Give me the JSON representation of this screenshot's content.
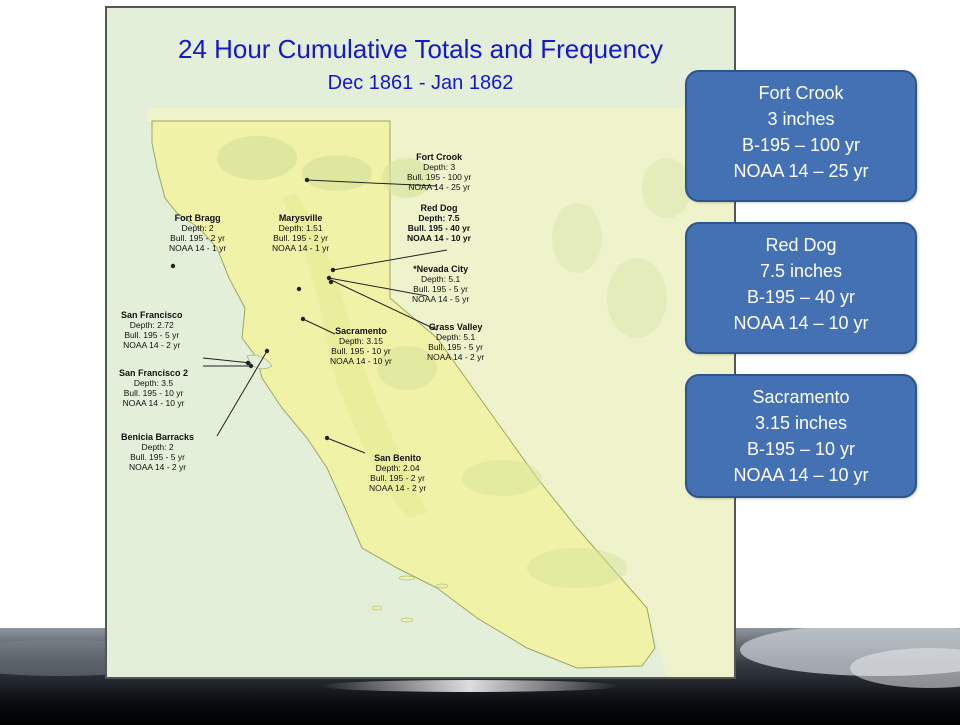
{
  "map": {
    "title": "24 Hour Cumulative Totals and Frequency",
    "subtitle": "Dec 1861 - Jan 1862",
    "colors": {
      "land": "#f0f2a8",
      "land_dark": "#c8d98a",
      "ocean": "#e4efda",
      "title": "#1418c8",
      "box_fill": "#4371b4",
      "box_border": "#2d548d"
    },
    "stations": [
      {
        "key": "fort_crook",
        "name": "Fort Crook",
        "depth": "Depth: 3",
        "bull": "Bull. 195 - 100 yr",
        "noaa": "NOAA 14 - 25 yr"
      },
      {
        "key": "red_dog",
        "name": "Red Dog",
        "depth": "Depth: 7.5",
        "bull": "Bull. 195 - 40 yr",
        "noaa": "NOAA 14 - 10 yr"
      },
      {
        "key": "fort_bragg",
        "name": "Fort Bragg",
        "depth": "Depth: 2",
        "bull": "Bull. 195 - 2 yr",
        "noaa": "NOAA 14 - 1 yr"
      },
      {
        "key": "marysville",
        "name": "Marysville",
        "depth": "Depth: 1.51",
        "bull": "Bull. 195 - 2 yr",
        "noaa": "NOAA 14 - 1 yr"
      },
      {
        "key": "nevada_city",
        "name": "*Nevada City",
        "depth": "Depth: 5.1",
        "bull": "Bull. 195 - 5 yr",
        "noaa": "NOAA 14 - 5 yr"
      },
      {
        "key": "san_francisco",
        "name": "San Francisco",
        "depth": "Depth: 2.72",
        "bull": "Bull. 195 - 5 yr",
        "noaa": "NOAA 14 - 2 yr"
      },
      {
        "key": "sacramento",
        "name": "Sacramento",
        "depth": "Depth: 3.15",
        "bull": "Bull. 195 - 10 yr",
        "noaa": "NOAA 14 - 10 yr"
      },
      {
        "key": "grass_valley",
        "name": "Grass Valley",
        "depth": "Depth: 5.1",
        "bull": "Bull. 195 - 5 yr",
        "noaa": "NOAA 14 - 2 yr"
      },
      {
        "key": "san_francisco_2",
        "name": "San Francisco 2",
        "depth": "Depth: 3.5",
        "bull": "Bull. 195 - 10 yr",
        "noaa": "NOAA 14 - 10 yr"
      },
      {
        "key": "benicia_barracks",
        "name": "Benicia Barracks",
        "depth": "Depth: 2",
        "bull": "Bull. 195 - 5 yr",
        "noaa": "NOAA 14 - 2 yr"
      },
      {
        "key": "san_benito",
        "name": "San Benito",
        "depth": "Depth: 2.04",
        "bull": "Bull. 195 - 2 yr",
        "noaa": "NOAA 14 - 2 yr"
      }
    ]
  },
  "summary_boxes": [
    {
      "name": "Fort Crook",
      "depth": "3 inches",
      "b195": "B-195 – 100 yr",
      "noaa": "NOAA 14 – 25 yr"
    },
    {
      "name": "Red Dog",
      "depth": "7.5 inches",
      "b195": "B-195 – 40 yr",
      "noaa": "NOAA 14 – 10 yr"
    },
    {
      "name": "Sacramento",
      "depth": "3.15 inches",
      "b195": "B-195 – 10 yr",
      "noaa": "NOAA 14 – 10 yr"
    }
  ]
}
